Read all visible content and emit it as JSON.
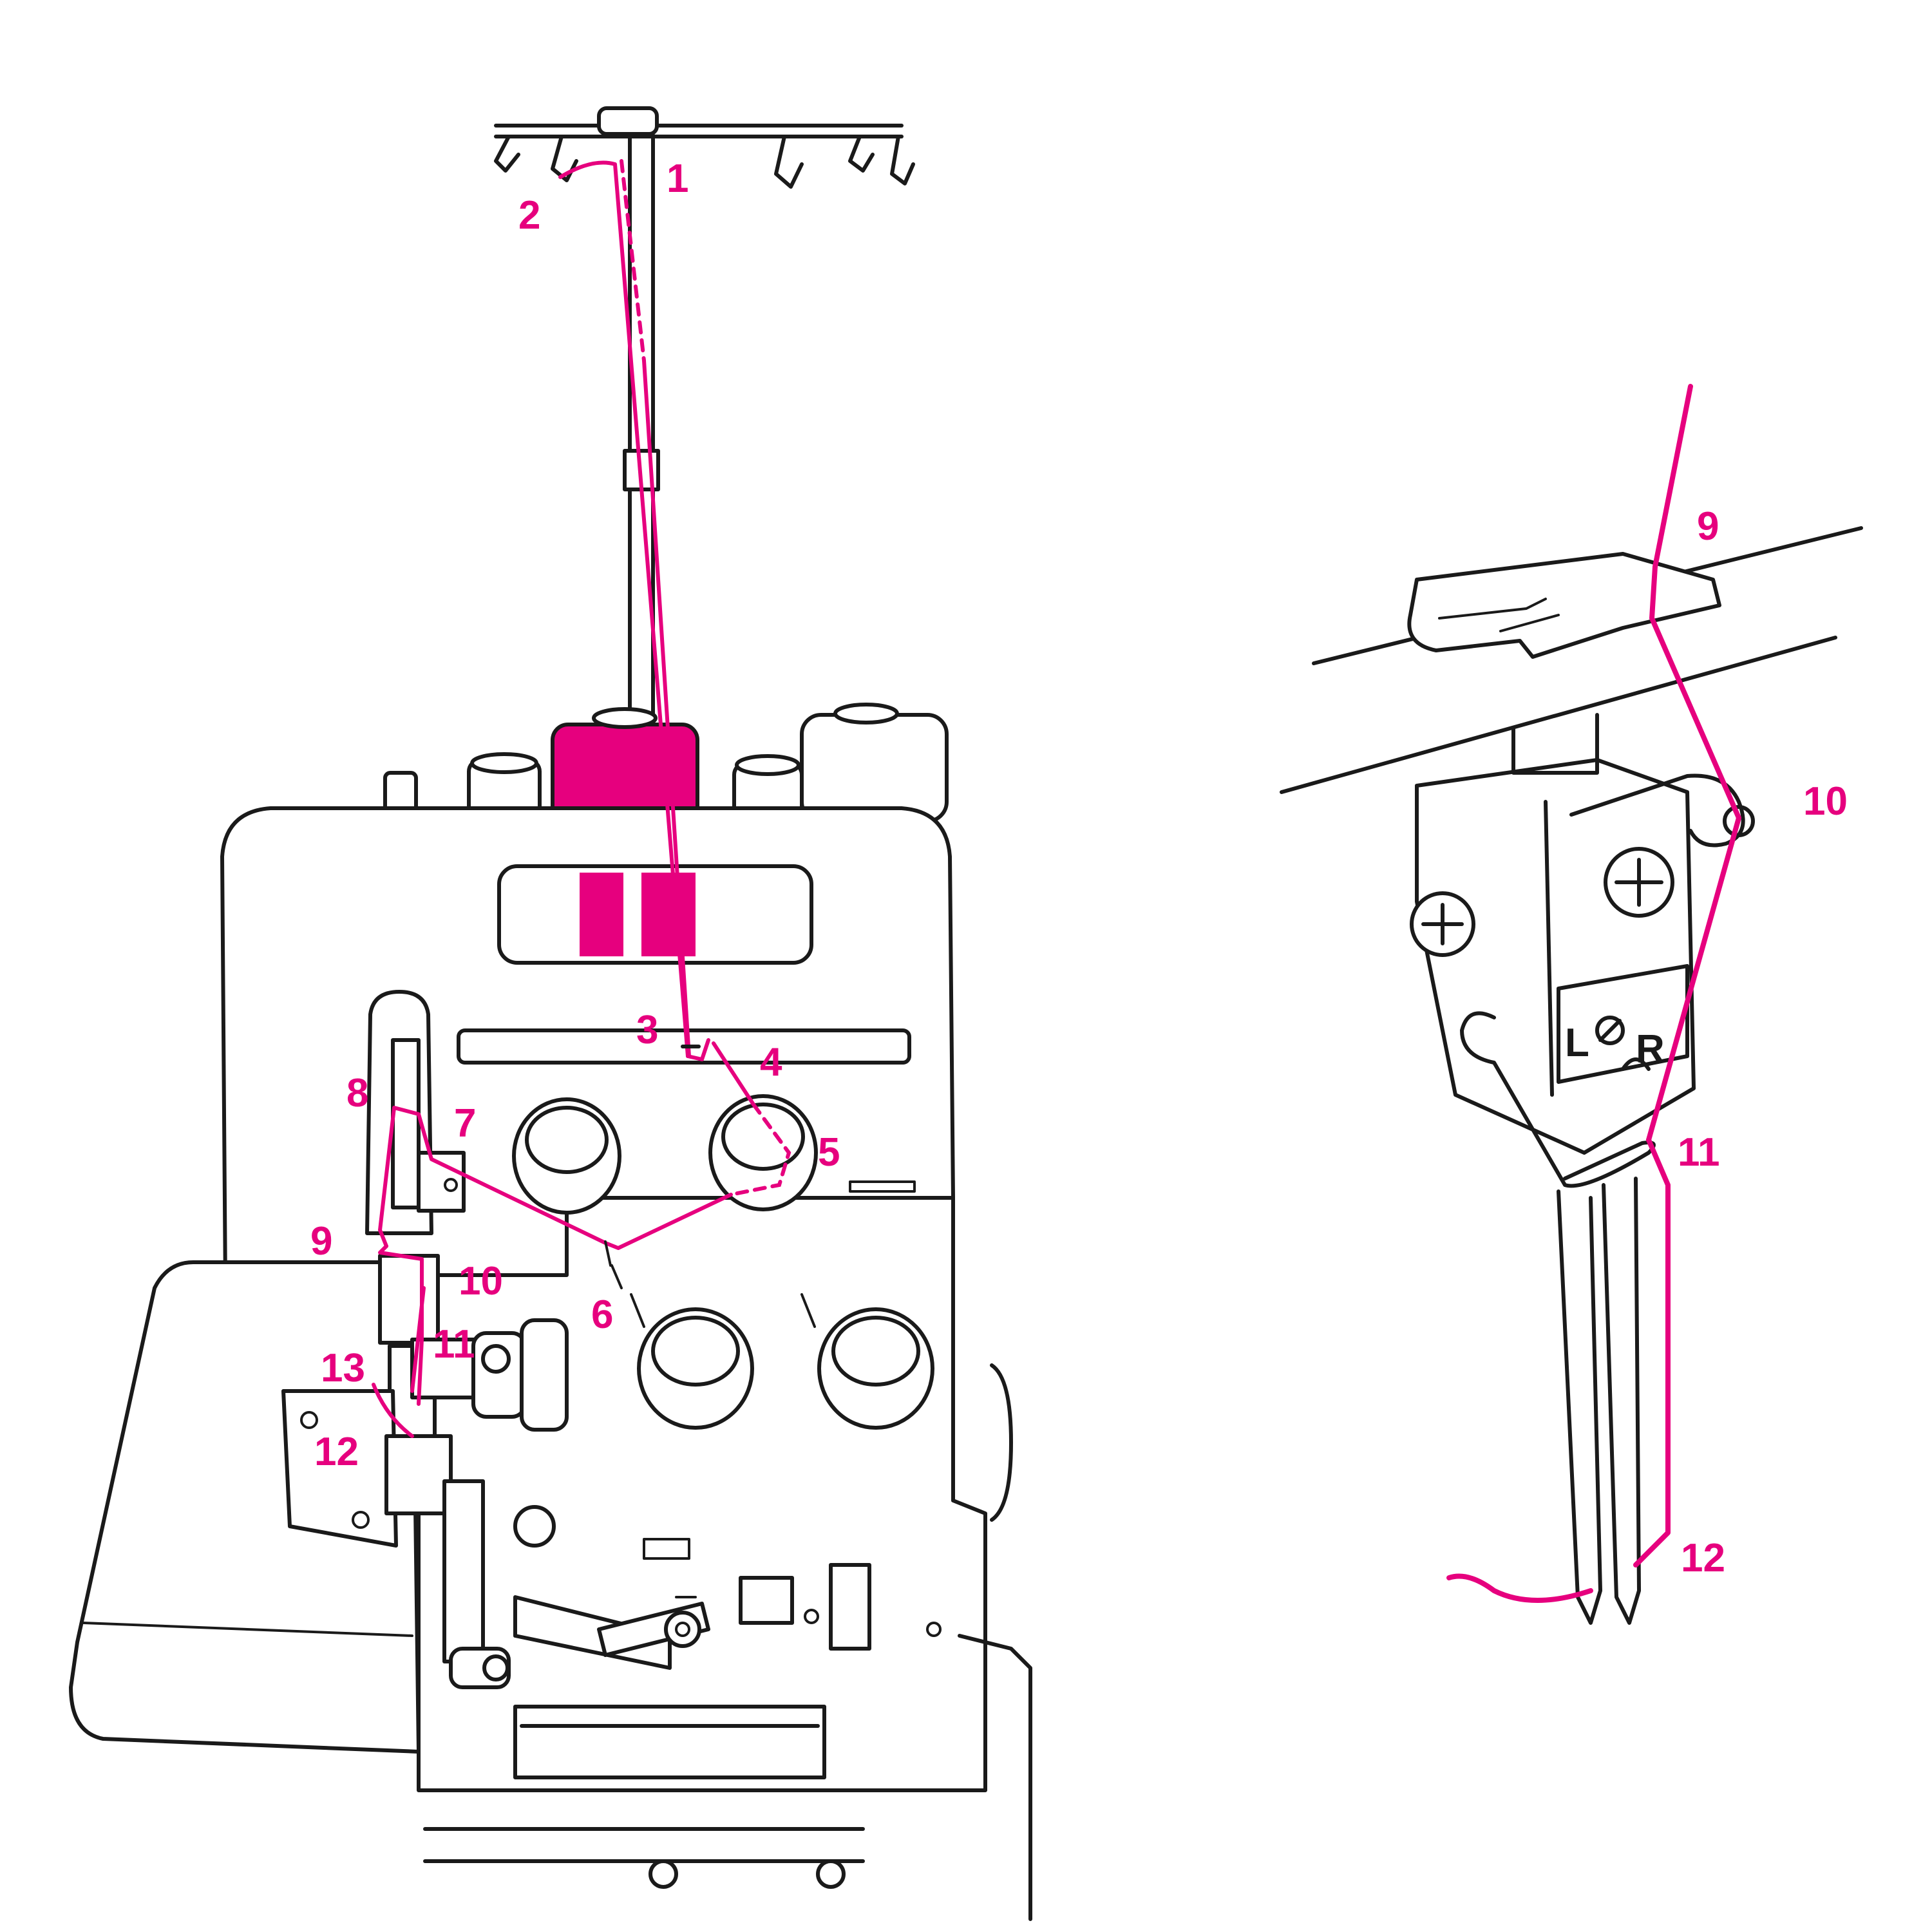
{
  "colors": {
    "thread": "#e6007e",
    "line_art": "#1a1a1a",
    "background": "#ffffff"
  },
  "main_figure": {
    "labels": [
      "1",
      "2",
      "3",
      "4",
      "5",
      "6",
      "7",
      "8",
      "9",
      "10",
      "11",
      "12",
      "13"
    ]
  },
  "detail_figure": {
    "labels": [
      "9",
      "10",
      "11",
      "12"
    ],
    "needle_bar_markings": [
      "L",
      "R"
    ]
  }
}
